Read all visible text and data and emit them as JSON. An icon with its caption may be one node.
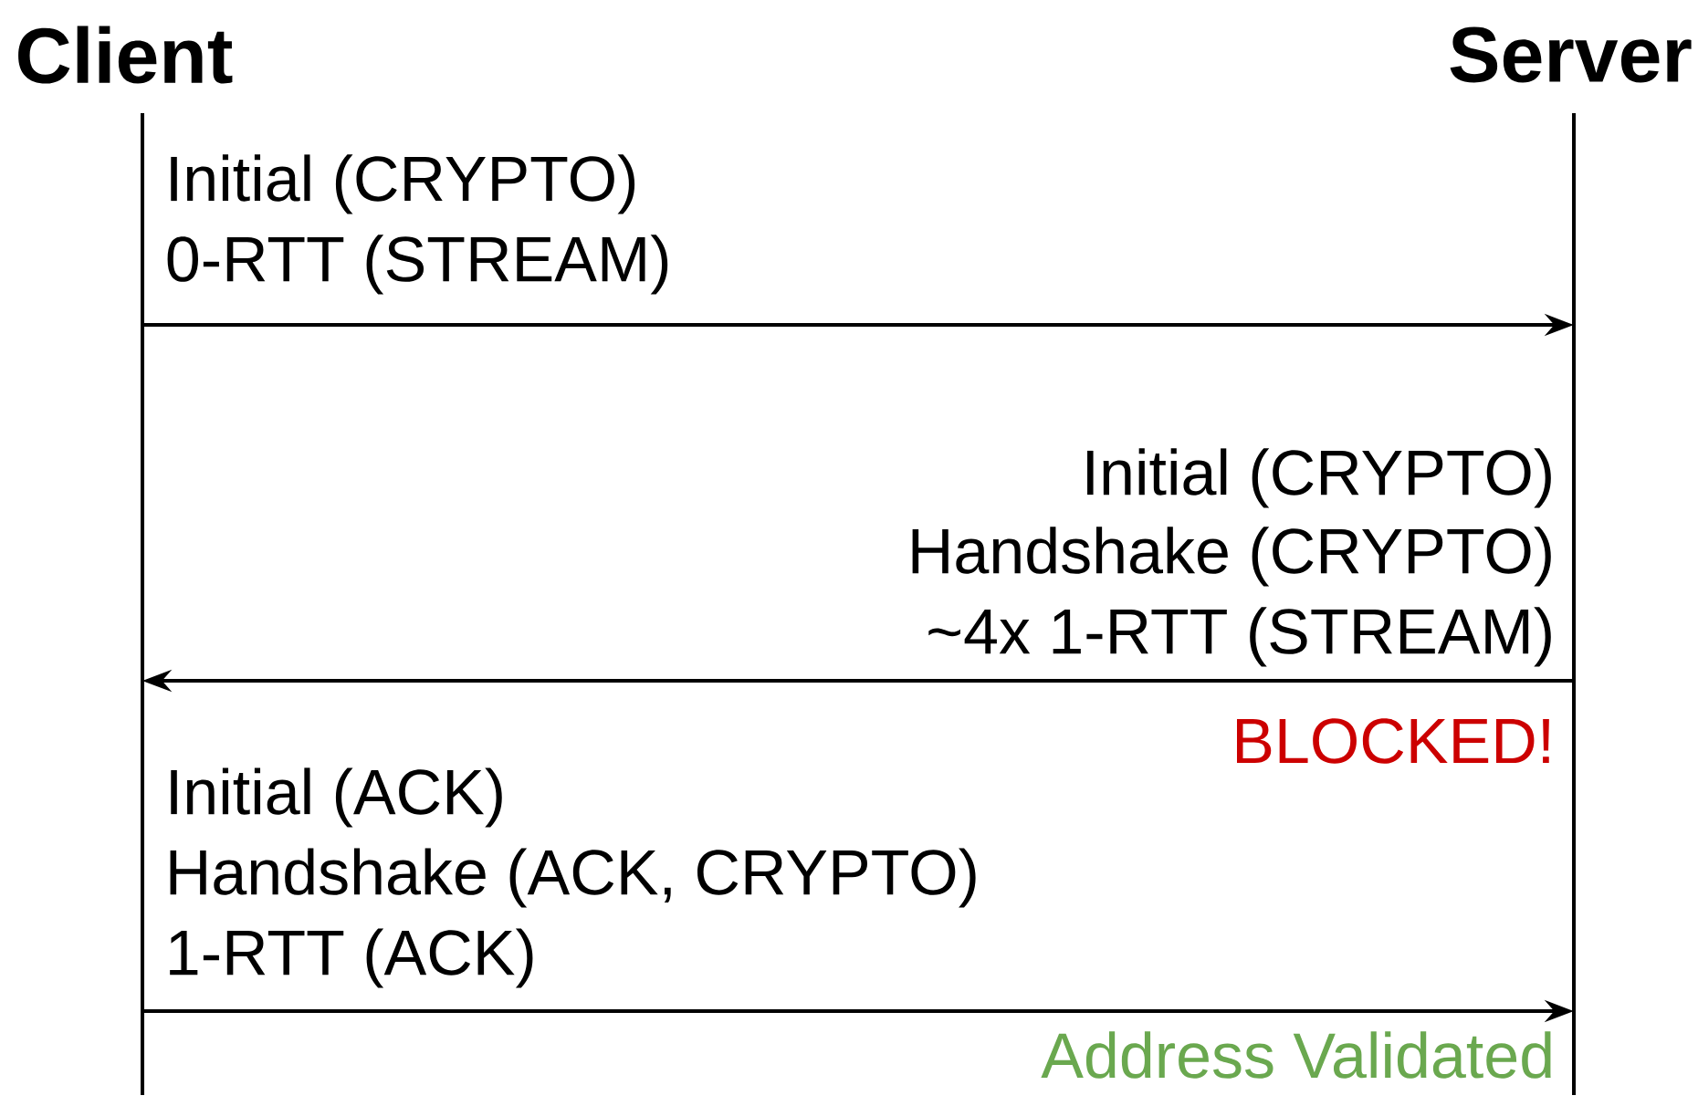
{
  "diagram": {
    "nodes": [
      {
        "text": [
          "Client"
        ]
      },
      {
        "text": [
          "Server"
        ]
      }
    ],
    "edges": [
      {
        "from": 0,
        "to": 1,
        "arrow": "to"
      },
      {
        "from": 1,
        "to": 0,
        "arrow": "to"
      },
      {
        "from": 0,
        "to": 1,
        "arrow": "to"
      }
    ],
    "labels": [
      "Initial (CRYPTO)",
      "0-RTT (STREAM)",
      "Initial (CRYPTO)",
      "Handshake (CRYPTO)",
      "~4x 1-RTT (STREAM)",
      "BLOCKED!",
      "Initial (ACK)",
      "Handshake (ACK, CRYPTO)",
      "1-RTT (ACK)",
      "Address Validated"
    ]
  }
}
